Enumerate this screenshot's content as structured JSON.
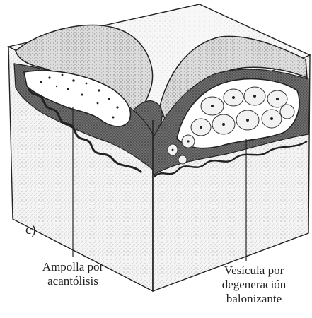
{
  "figure": {
    "panel_label": "c)",
    "labels": {
      "left": {
        "line1": "Ampolla por",
        "line2": "acantólisis"
      },
      "right": {
        "line1": "Vesícula por",
        "line2": "degeneración",
        "line3": "balonizante"
      }
    }
  },
  "colors": {
    "ink": "#222222",
    "stipple_light": "#bdbdbd",
    "stipple_dark": "#4a4a4a",
    "background": "#ffffff"
  }
}
